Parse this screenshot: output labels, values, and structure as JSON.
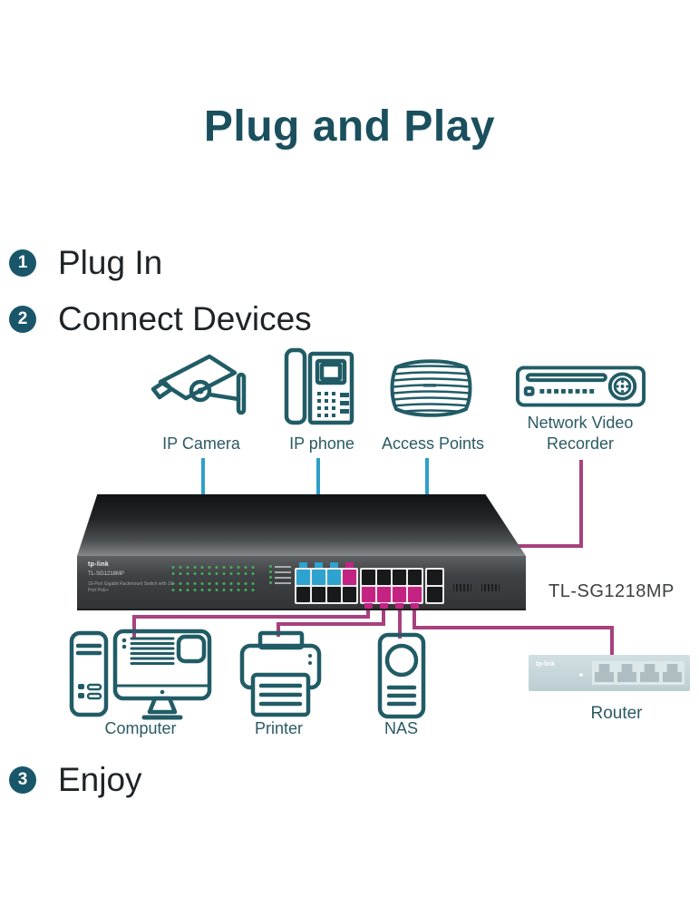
{
  "title": "Plug and Play",
  "steps": [
    {
      "number": "1",
      "label": "Plug In"
    },
    {
      "number": "2",
      "label": "Connect Devices"
    },
    {
      "number": "3",
      "label": "Enjoy"
    }
  ],
  "top_devices": [
    {
      "label": "IP Camera"
    },
    {
      "label": "IP phone"
    },
    {
      "label": "Access Points"
    },
    {
      "label": "Network Video Recorder"
    }
  ],
  "bottom_devices": [
    {
      "label": "Computer"
    },
    {
      "label": "Printer"
    },
    {
      "label": "NAS"
    },
    {
      "label": "Router"
    }
  ],
  "switch": {
    "model_label": "TL-SG1218MP",
    "panel_brand": "tp-link",
    "panel_model": "TL-SG1218MP",
    "panel_caption": "16-Port Gigabit Rackmount Switch with 16-Port PoE+",
    "router_brand": "tp-link",
    "ports": {
      "block1": [
        [
          "cyan",
          "cyan",
          "cyan",
          "magenta"
        ],
        [
          "empty",
          "empty",
          "empty",
          "empty"
        ]
      ],
      "block2": [
        [
          "empty",
          "empty",
          "empty",
          "empty"
        ],
        [
          "magenta",
          "magenta",
          "magenta",
          "magenta"
        ]
      ],
      "block3": [
        [
          "empty"
        ],
        [
          "empty"
        ]
      ]
    }
  },
  "colors": {
    "accent_teal": "#1a4f5e",
    "icon_stroke": "#215c66",
    "cable_cyan": "#2fa0c9",
    "cable_magenta": "#a8417e",
    "plug_cyan": "#2fa3cf",
    "plug_magenta": "#c42383",
    "led_green": "#43b25c"
  }
}
